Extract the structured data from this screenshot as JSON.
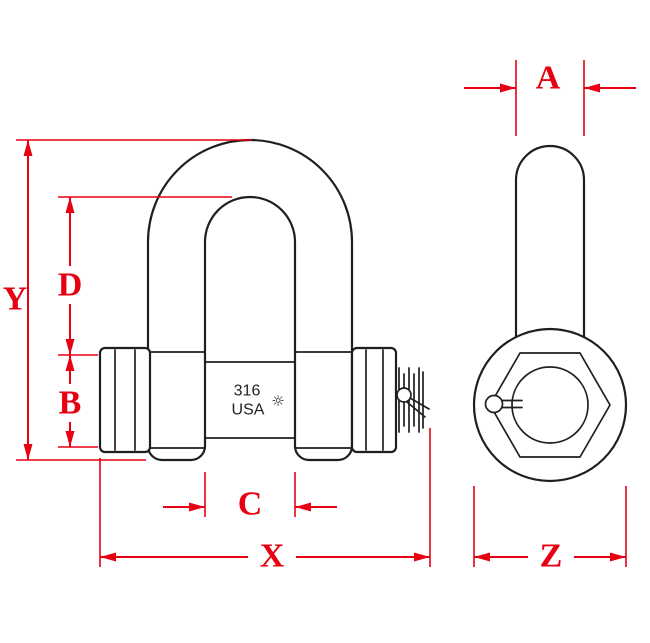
{
  "colors": {
    "dimension_red": "#e60012",
    "outline_black": "#1f1f1f",
    "background": "#ffffff"
  },
  "front_view": {
    "marking": {
      "line1": "316",
      "line2": "USA",
      "symbol": "☼"
    }
  },
  "dim_labels": {
    "A": "A",
    "B": "B",
    "C": "C",
    "D": "D",
    "X": "X",
    "Y": "Y",
    "Z": "Z"
  }
}
